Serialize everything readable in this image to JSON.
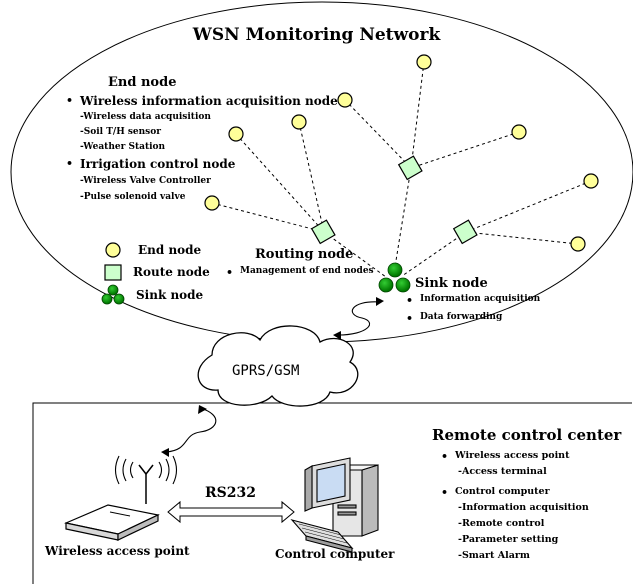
{
  "network": {
    "title": "WSN Monitoring Network",
    "end_node": {
      "heading": "End node",
      "groups": [
        {
          "label": "Wireless information acquisition node",
          "items": [
            "-Wireless data acquisition",
            "-Soil T/H sensor",
            "-Weather Station"
          ]
        },
        {
          "label": "Irrigation control node",
          "items": [
            "-Wireless Valve Controller",
            "-Pulse solenoid valve"
          ]
        }
      ]
    },
    "legend": {
      "end_node": "End node",
      "route_node": "Route node",
      "sink_node": "Sink node"
    },
    "routing": {
      "heading": "Routing node",
      "item": "Management of end nodes"
    },
    "sink": {
      "heading": "Sink node",
      "items": [
        "Information acquisition",
        "Data forwarding"
      ]
    }
  },
  "cloud": {
    "label": "GPRS/GSM"
  },
  "remote": {
    "heading": "Remote control center",
    "groups": [
      {
        "label": "Wireless access point",
        "items": [
          "-Access terminal"
        ]
      },
      {
        "label": "Control computer",
        "items": [
          "-Information acquisition",
          "-Remote control",
          "-Parameter setting",
          "-Smart Alarm"
        ]
      }
    ],
    "rs232": "RS232",
    "ap_caption": "Wireless access point",
    "pc_caption": "Control computer"
  },
  "colors": {
    "end_node_fill": "#ffff99",
    "route_node_fill": "#ccffcc",
    "sink_node_fill": "#009900"
  }
}
